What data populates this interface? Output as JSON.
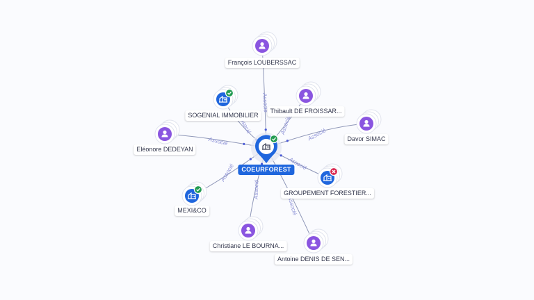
{
  "colors": {
    "person": "#8a55e0",
    "company": "#1f66dd",
    "active": "#239b52",
    "closed": "#d9264f",
    "edge": "#8f97b8",
    "edge_label": "#8a8fd6"
  },
  "center": {
    "label": "COEURFOREST",
    "icon": "company-building-icon",
    "status": "active-check-icon"
  },
  "nodes": [
    {
      "id": "francois",
      "label": "François LOUBERSSAC",
      "kind": "person",
      "icon": "person-icon"
    },
    {
      "id": "sogenial",
      "label": "SOGENIAL IMMOBILIER",
      "kind": "company",
      "icon": "company-building-icon",
      "status": "active"
    },
    {
      "id": "thibault",
      "label": "Thibault DE FROISSAR...",
      "kind": "person",
      "icon": "person-icon"
    },
    {
      "id": "davor",
      "label": "Davor SIMAC",
      "kind": "person",
      "icon": "person-icon"
    },
    {
      "id": "eleonore",
      "label": "Eléonore DEDEYAN",
      "kind": "person",
      "icon": "person-icon"
    },
    {
      "id": "groupement",
      "label": "GROUPEMENT FORESTIER...",
      "kind": "company",
      "icon": "company-building-icon",
      "status": "closed"
    },
    {
      "id": "mexi",
      "label": "MEXI&CO",
      "kind": "company",
      "icon": "company-building-icon",
      "status": "active"
    },
    {
      "id": "christiane",
      "label": "Christiane LE BOURNA...",
      "kind": "person",
      "icon": "person-icon"
    },
    {
      "id": "antoine",
      "label": "Antoine DENIS DE SEN...",
      "kind": "person",
      "icon": "person-icon"
    }
  ],
  "edges": [
    {
      "to": "francois",
      "label": "Associé"
    },
    {
      "to": "sogenial",
      "label": "Associé"
    },
    {
      "to": "thibault",
      "label": "Associé"
    },
    {
      "to": "davor",
      "label": "Associé"
    },
    {
      "to": "eleonore",
      "label": "Associé"
    },
    {
      "to": "groupement",
      "label": "Associé"
    },
    {
      "to": "mexi",
      "label": "Associé"
    },
    {
      "to": "christiane",
      "label": "Associé"
    },
    {
      "to": "antoine",
      "label": "Associé"
    }
  ]
}
